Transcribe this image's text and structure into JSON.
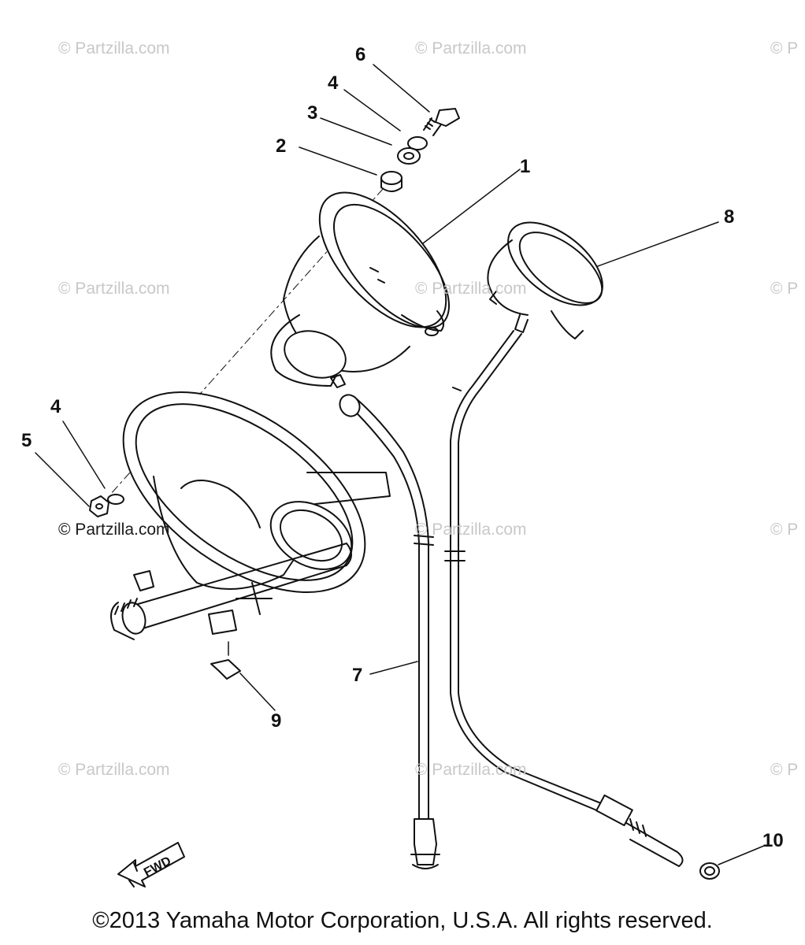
{
  "watermarks": [
    "© Partzilla.com",
    "© Partzilla.com",
    "© P",
    "© Partzilla.com",
    "© Partzilla.com",
    "© P",
    "© Partzilla.com",
    "© Partzilla.com",
    "© P",
    "© Partzilla.com",
    "© Partzilla.com",
    "© P"
  ],
  "callouts": [
    "6",
    "4",
    "3",
    "2",
    "1",
    "8",
    "4",
    "5",
    "7",
    "9",
    "10"
  ],
  "fwd_label": "FWD",
  "copyright": "©2013 Yamaha Motor Corporation, U.S.A. All rights reserved."
}
